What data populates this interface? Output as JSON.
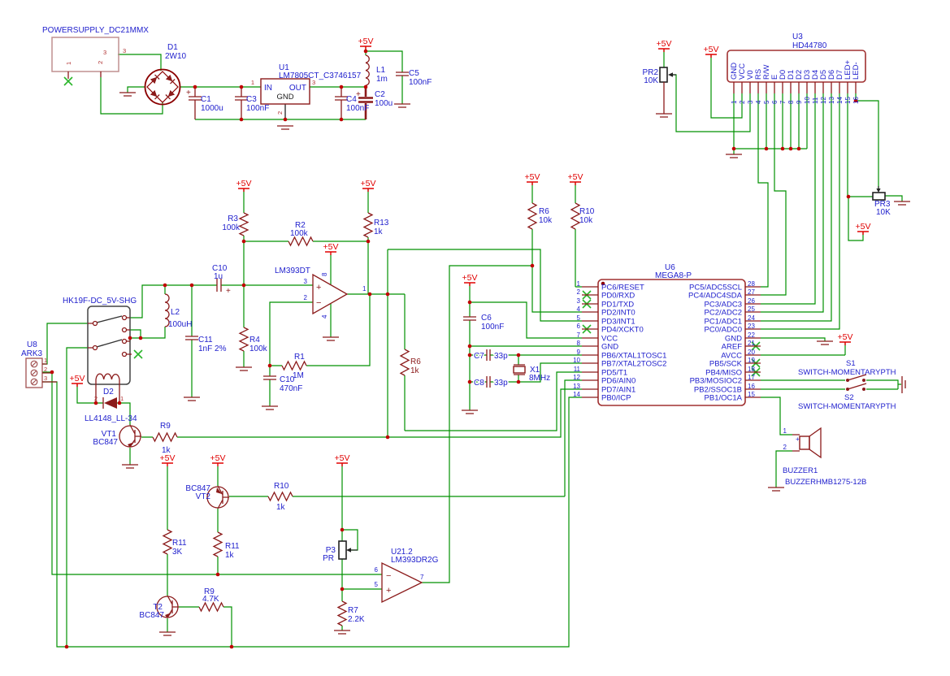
{
  "power": {
    "plus5v": "+5V"
  },
  "psu": {
    "title": "POWERSUPPLY_DC21MMX",
    "pin1": "1",
    "pin2": "2",
    "pin3": "3",
    "pin3_wire": "3",
    "d1": {
      "ref": "D1",
      "value": "2W10"
    },
    "u1": {
      "ref": "U1",
      "value": "LM7805CT_C3746157",
      "in": "IN",
      "out": "OUT",
      "gnd": "GND",
      "p1": "1",
      "p2": "2",
      "p3": "3"
    },
    "c1": {
      "ref": "C1",
      "value": "1000u",
      "plus": "+"
    },
    "c3": {
      "ref": "C3",
      "value": "100nF"
    },
    "c4": {
      "ref": "C4",
      "value": "100nF"
    },
    "c2": {
      "ref": "C2",
      "value": "100u",
      "plus": "+"
    },
    "c5": {
      "ref": "C5",
      "value": "100nF"
    },
    "l1": {
      "ref": "L1",
      "value": "1m"
    }
  },
  "lcd": {
    "u3": {
      "ref": "U3",
      "value": "HD44780"
    },
    "pins": [
      {
        "num": "1",
        "name": "GND"
      },
      {
        "num": "2",
        "name": "VCC"
      },
      {
        "num": "3",
        "name": "V0"
      },
      {
        "num": "4",
        "name": "RS"
      },
      {
        "num": "5",
        "name": "R/W"
      },
      {
        "num": "6",
        "name": "E"
      },
      {
        "num": "7",
        "name": "D0"
      },
      {
        "num": "8",
        "name": "D1"
      },
      {
        "num": "9",
        "name": "D2"
      },
      {
        "num": "10",
        "name": "D3"
      },
      {
        "num": "11",
        "name": "D4"
      },
      {
        "num": "12",
        "name": "D5"
      },
      {
        "num": "13",
        "name": "D6"
      },
      {
        "num": "14",
        "name": "D7"
      },
      {
        "num": "15",
        "name": "LED+"
      },
      {
        "num": "16",
        "name": "LED-"
      }
    ],
    "pr2": {
      "ref": "PR2",
      "value": "10K"
    },
    "pr3": {
      "ref": "PR3",
      "value": "10K"
    }
  },
  "mcu": {
    "ref": "U6",
    "value": "MEGA8-P",
    "left_pins": [
      {
        "num": "1",
        "name": "PC6/RESET"
      },
      {
        "num": "2",
        "name": "PD0/RXD"
      },
      {
        "num": "3",
        "name": "PD1/TXD"
      },
      {
        "num": "4",
        "name": "PD2/INT0"
      },
      {
        "num": "5",
        "name": "PD3/INT1"
      },
      {
        "num": "6",
        "name": "PD4/XCKT0"
      },
      {
        "num": "7",
        "name": "VCC"
      },
      {
        "num": "8",
        "name": "GND"
      },
      {
        "num": "9",
        "name": "PB6/XTAL1TOSC1"
      },
      {
        "num": "10",
        "name": "PB7/XTAL2TOSC2"
      },
      {
        "num": "11",
        "name": "PD5/T1"
      },
      {
        "num": "12",
        "name": "PD6/AIN0"
      },
      {
        "num": "13",
        "name": "PD7/AIN1"
      },
      {
        "num": "14",
        "name": "PB0/ICP"
      }
    ],
    "right_pins": [
      {
        "num": "28",
        "name": "PC5/ADC5SCL"
      },
      {
        "num": "27",
        "name": "PC4/ADC4SDA"
      },
      {
        "num": "26",
        "name": "PC3/ADC3"
      },
      {
        "num": "25",
        "name": "PC2/ADC2"
      },
      {
        "num": "24",
        "name": "PC1/ADC1"
      },
      {
        "num": "23",
        "name": "PC0/ADC0"
      },
      {
        "num": "22",
        "name": "GND"
      },
      {
        "num": "21",
        "name": "AREF"
      },
      {
        "num": "20",
        "name": "AVCC"
      },
      {
        "num": "19",
        "name": "PB5/SCK"
      },
      {
        "num": "18",
        "name": "PB4/MISO"
      },
      {
        "num": "17",
        "name": "PB3/MOSIOC2"
      },
      {
        "num": "16",
        "name": "PB2/SSOC1B"
      },
      {
        "num": "15",
        "name": "PB1/OC1A"
      }
    ]
  },
  "parts": {
    "r3": {
      "ref": "R3",
      "value": "100k"
    },
    "r2": {
      "ref": "R2",
      "value": "100k"
    },
    "r13": {
      "ref": "R13",
      "value": "1k"
    },
    "r4": {
      "ref": "R4",
      "value": "100k"
    },
    "r1": {
      "ref": "R1",
      "value": "1M"
    },
    "r6a": {
      "ref": "R6",
      "value": "1k"
    },
    "r6b": {
      "ref": "R6",
      "value": "10k"
    },
    "r10b": {
      "ref": "R10",
      "value": "10k"
    },
    "c10a": {
      "ref": "C10",
      "value": "1u",
      "plus": "+"
    },
    "c10b": {
      "ref": "C10",
      "value": "470nF"
    },
    "c11": {
      "ref": "C11",
      "value": "1nF 2%"
    },
    "c6": {
      "ref": "C6",
      "value": "100nF"
    },
    "c7": {
      "ref": "C7",
      "value": "33p"
    },
    "c8": {
      "ref": "C8",
      "value": "33p"
    },
    "x1": {
      "ref": "X1",
      "value": "8MHz"
    },
    "l2": {
      "ref": "L2",
      "value": "100uH"
    },
    "relay": {
      "value": "HK19F-DC_5V-SHG"
    },
    "ark": {
      "ref": "U8",
      "value": "ARK3",
      "p1": "1",
      "p2": "2",
      "p3": "3"
    },
    "d2": {
      "ref": "D2",
      "value": "LL4148_LL-34",
      "p1": "1",
      "p2": "2"
    },
    "vt1": {
      "ref": "VT1",
      "value": "BC847"
    },
    "vt2": {
      "ref": "VT2",
      "value": "BC847"
    },
    "t2": {
      "ref": "T2",
      "value": "BC847"
    },
    "r9a": {
      "ref": "R9",
      "value": "1k"
    },
    "r10a": {
      "ref": "R10",
      "value": "1k"
    },
    "r11a": {
      "ref": "R11",
      "value": "3K"
    },
    "r11b": {
      "ref": "R11",
      "value": "1k"
    },
    "r9b": {
      "ref": "R9",
      "value": "4.7K"
    },
    "r7": {
      "ref": "R7",
      "value": "2.2K"
    },
    "p3": {
      "ref": "P3",
      "value": "PR"
    },
    "lm393": {
      "name": "LM393DT",
      "p1": "1",
      "p2": "2",
      "p3": "3",
      "p4": "4",
      "p8": "8",
      "plus": "+",
      "minus": "−"
    },
    "u21": {
      "ref": "U21.2",
      "value": "LM393DR2G",
      "p5": "5",
      "p6": "6",
      "p7": "7",
      "plus": "+",
      "minus": "−"
    },
    "s1": {
      "ref": "S1",
      "value": "SWITCH-MOMENTARYPTH"
    },
    "s2": {
      "ref": "S2",
      "value": "SWITCH-MOMENTARYPTH"
    },
    "buzzer": {
      "ref": "BUZZER1",
      "value": "BUZZERHMB1275-12B",
      "p1": "1",
      "p2": "2",
      "plus": "+"
    }
  }
}
